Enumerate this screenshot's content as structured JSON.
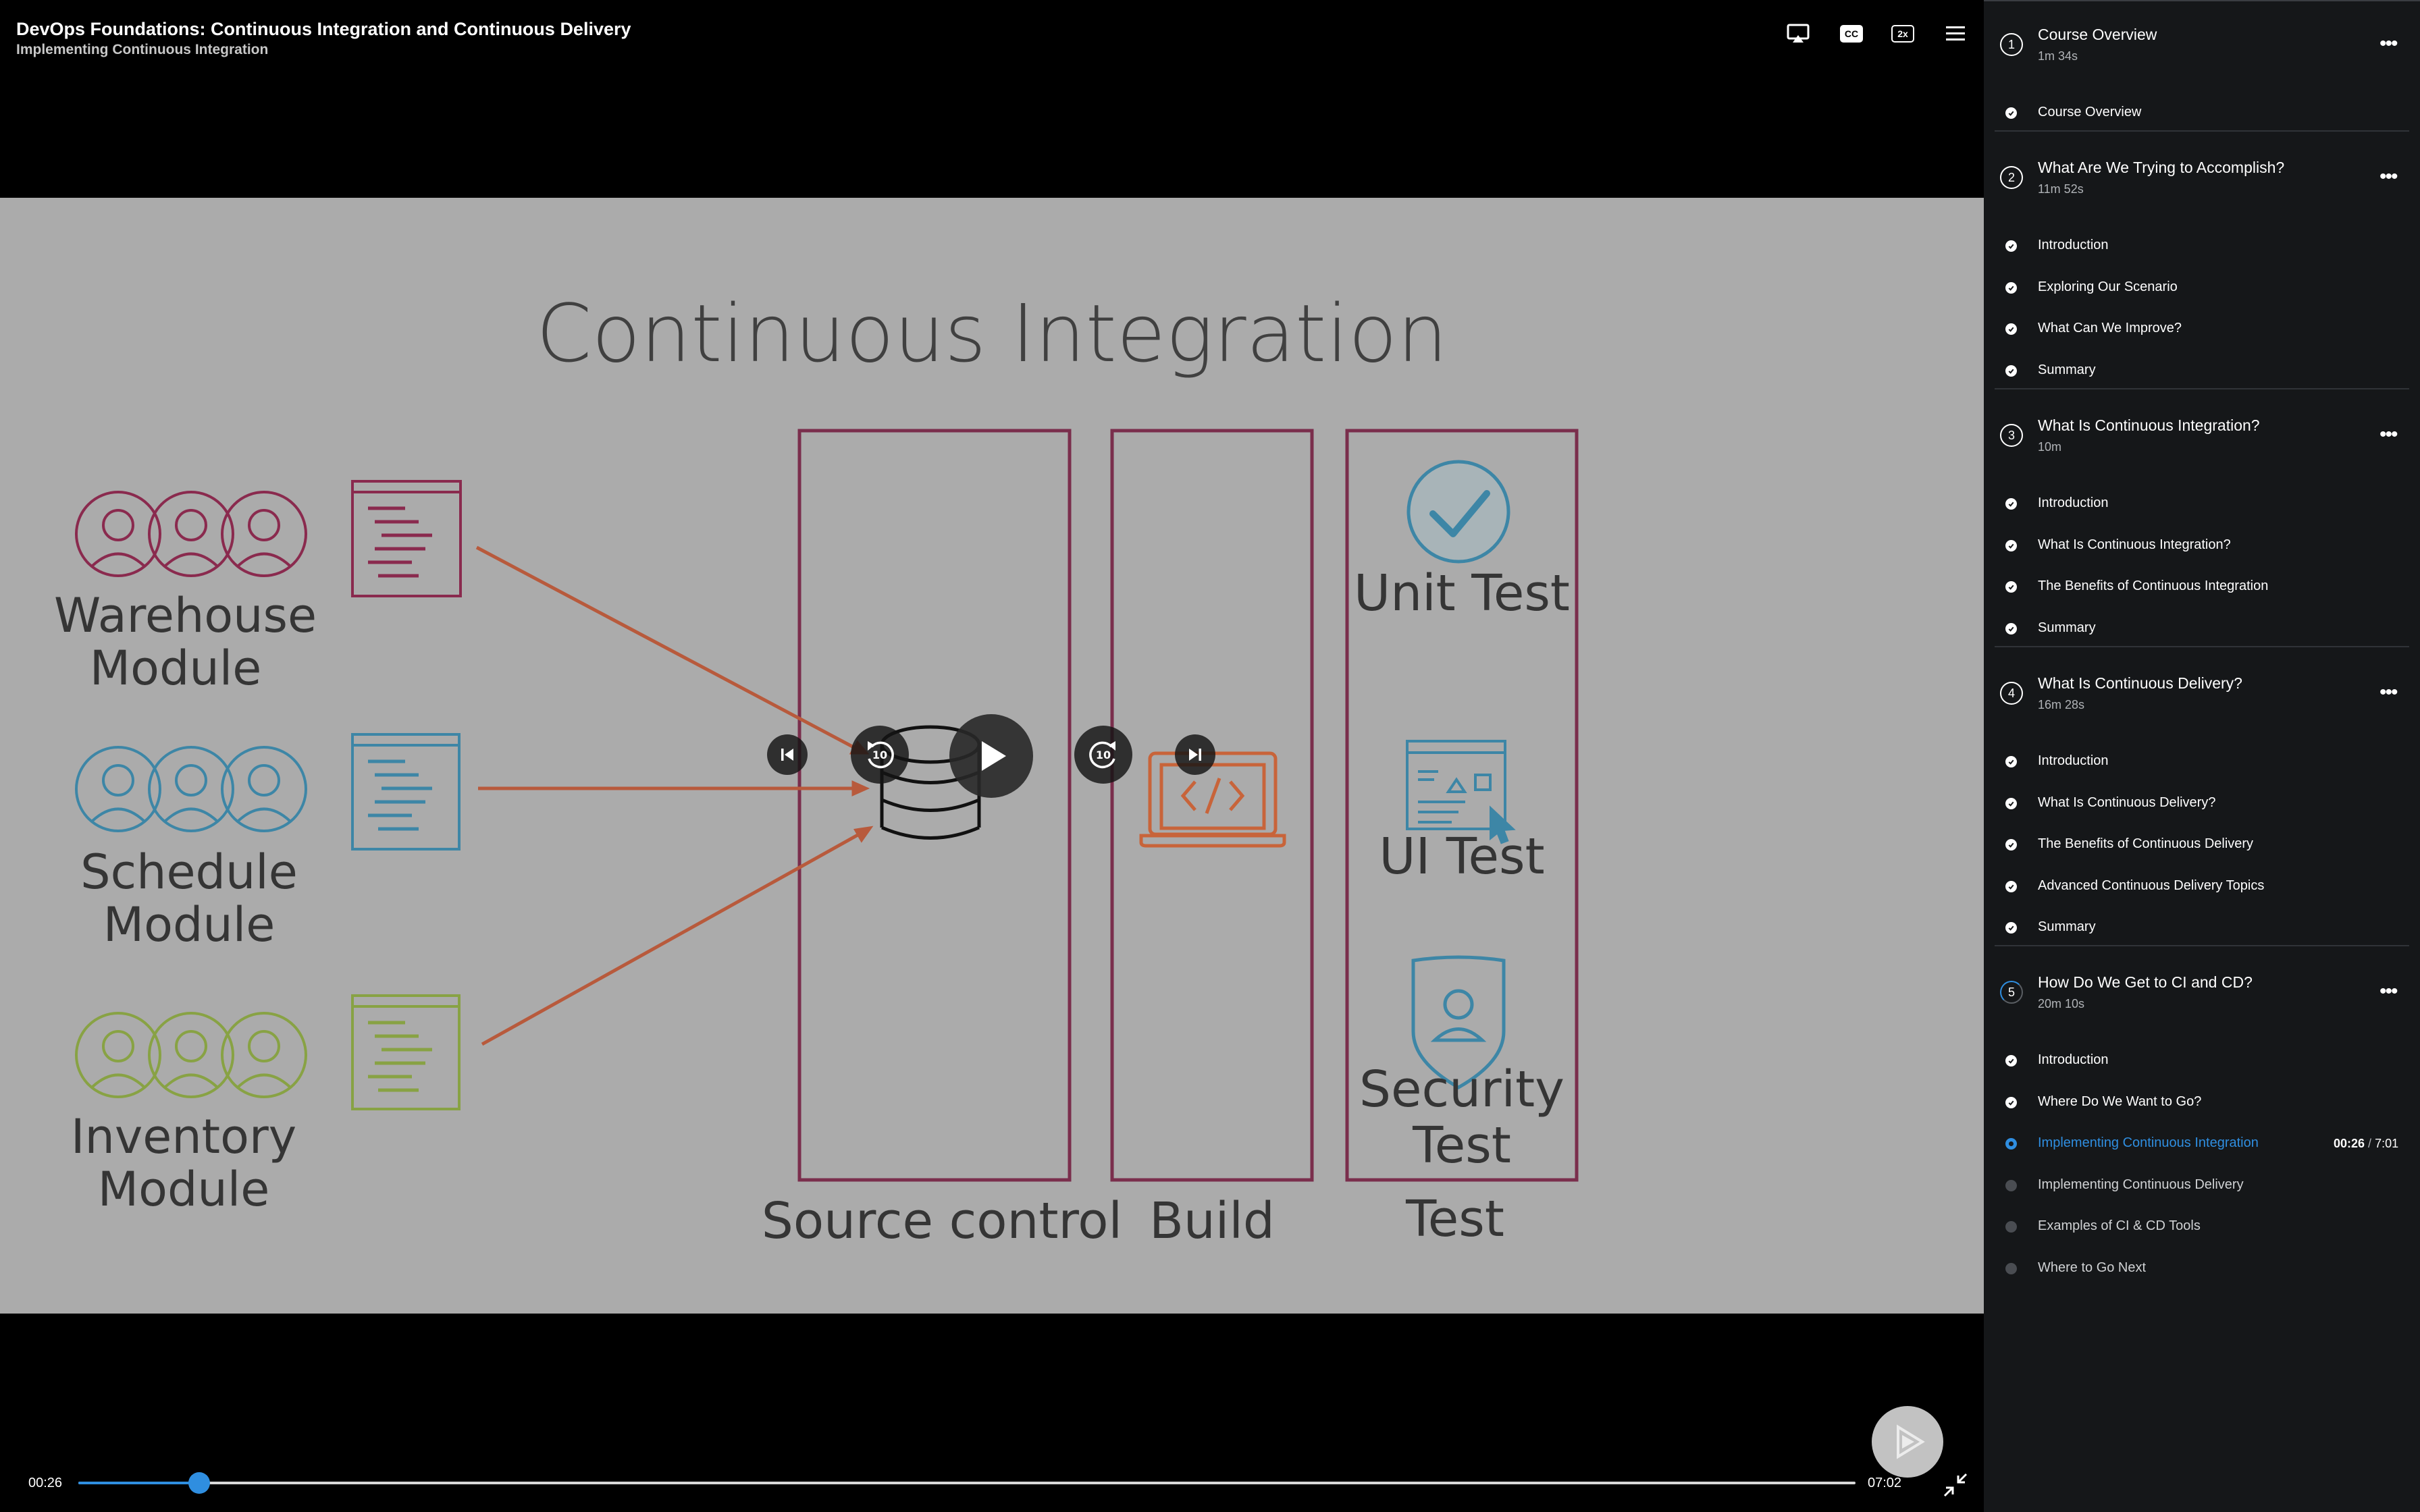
{
  "header": {
    "course_title": "DevOps Foundations: Continuous Integration and Continuous Delivery",
    "clip_subtitle": "Implementing Continuous Integration",
    "icons": [
      "airplay-icon",
      "closed-captions-icon",
      "playback-speed-icon",
      "menu-icon"
    ],
    "cc_label": "CC",
    "speed_label": "2x"
  },
  "slide": {
    "title": "Continuous Integration",
    "modules": [
      {
        "label_line1": "Warehouse",
        "label_line2": "Module",
        "color": "#8a2a4e"
      },
      {
        "label_line1": "Schedule",
        "label_line2": "Module",
        "color": "#3d86a6"
      },
      {
        "label_line1": "Inventory",
        "label_line2": "Module",
        "color": "#88a244"
      }
    ],
    "columns": {
      "source_control": "Source control",
      "build": "Build",
      "test": "Test"
    },
    "tests": {
      "unit_line1": "Unit Test",
      "ui_line1": "UI Test",
      "security_line1": "Security",
      "security_line2": "Test"
    },
    "colors": {
      "frame": "#7a2e4c",
      "arrow": "#b85a3c",
      "test_icon": "#3d86a6",
      "build_icon": "#c8643a"
    }
  },
  "controls": {
    "skip_back_seconds": "10",
    "skip_forward_seconds": "10",
    "current_time": "00:26",
    "total_time": "07:02",
    "progress_fraction": 0.068
  },
  "sidebar": {
    "modules": [
      {
        "number": "1",
        "title": "Course Overview",
        "duration": "1m 34s",
        "clips": [
          {
            "title": "Course Overview",
            "state": "done"
          }
        ]
      },
      {
        "number": "2",
        "title": "What Are We Trying to Accomplish?",
        "duration": "11m 52s",
        "clips": [
          {
            "title": "Introduction",
            "state": "done"
          },
          {
            "title": "Exploring Our Scenario",
            "state": "done"
          },
          {
            "title": "What Can We Improve?",
            "state": "done"
          },
          {
            "title": "Summary",
            "state": "done"
          }
        ]
      },
      {
        "number": "3",
        "title": "What Is Continuous Integration?",
        "duration": "10m",
        "clips": [
          {
            "title": "Introduction",
            "state": "done"
          },
          {
            "title": "What Is Continuous Integration?",
            "state": "done"
          },
          {
            "title": "The Benefits of Continuous Integration",
            "state": "done"
          },
          {
            "title": "Summary",
            "state": "done"
          }
        ]
      },
      {
        "number": "4",
        "title": "What Is Continuous Delivery?",
        "duration": "16m 28s",
        "clips": [
          {
            "title": "Introduction",
            "state": "done"
          },
          {
            "title": "What Is Continuous Delivery?",
            "state": "done"
          },
          {
            "title": "The Benefits of Continuous Delivery",
            "state": "done"
          },
          {
            "title": "Advanced Continuous Delivery Topics",
            "state": "done"
          },
          {
            "title": "Summary",
            "state": "done"
          }
        ]
      },
      {
        "number": "5",
        "title": "How Do We Get to CI and CD?",
        "duration": "20m 10s",
        "clips": [
          {
            "title": "Introduction",
            "state": "done"
          },
          {
            "title": "Where Do We Want to Go?",
            "state": "done"
          },
          {
            "title": "Implementing Continuous Integration",
            "state": "active",
            "time_current": "00:26",
            "time_total": "7:01"
          },
          {
            "title": "Implementing Continuous Delivery",
            "state": "pending"
          },
          {
            "title": "Examples of CI & CD Tools",
            "state": "pending"
          },
          {
            "title": "Where to Go Next",
            "state": "pending"
          }
        ]
      }
    ],
    "more_label": "•••"
  }
}
